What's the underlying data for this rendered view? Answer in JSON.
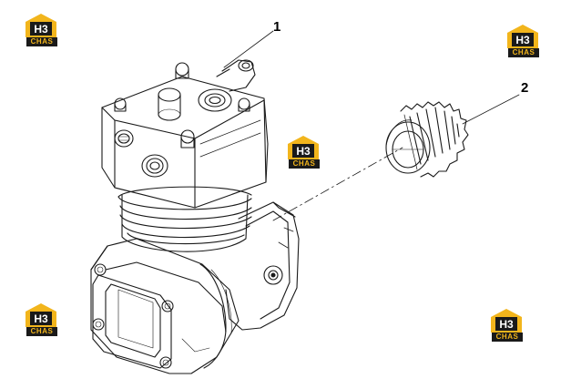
{
  "callouts": [
    {
      "number": "1"
    },
    {
      "number": "2"
    }
  ],
  "watermark": {
    "brand": "CHAS",
    "mark": "H3"
  },
  "colors": {
    "line": "#1a1a1a",
    "logo_yellow": "#f2b51c",
    "logo_dark": "#1a1a1a",
    "background": "#ffffff"
  }
}
